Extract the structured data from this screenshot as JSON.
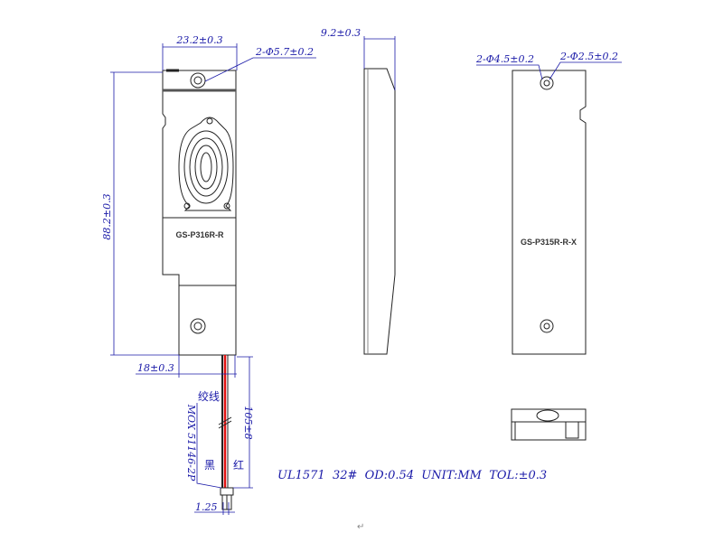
{
  "dimensions": {
    "width_front": "23.2±0.3",
    "hole_front": "2-Φ5.7±0.2",
    "thickness": "9.2±0.3",
    "hole_back_large": "2-Φ4.5±0.2",
    "hole_back_small": "2-Φ2.5±0.2",
    "height": "88.2±0.3",
    "width_lower": "18±0.3",
    "wire_length": "105±8",
    "pitch": "1.25"
  },
  "labels": {
    "front_part": "GS-P316R-R",
    "back_part": "GS-P315R-R-X",
    "twisted_wire": "绞线",
    "black_wire": "黑",
    "red_wire": "红",
    "connector": "MOX 51146-2P"
  },
  "note": "UL1571  32#  OD:0.54  UNIT:MM  TOL:±0.3",
  "return_mark": "↵",
  "colors": {
    "dimension": "#1a1aa8",
    "outline": "#222222",
    "body": "#ffffff",
    "red_wire": "#e01010"
  }
}
